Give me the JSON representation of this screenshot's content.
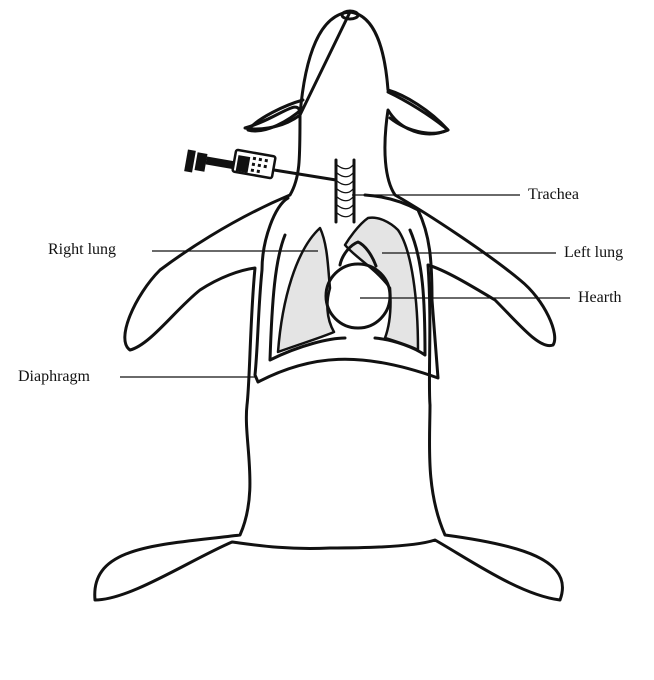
{
  "labels": {
    "trachea": "Trachea",
    "right_lung": "Right lung",
    "left_lung": "Left lung",
    "hearth": "Hearth",
    "diaphragm": "Diaphragm"
  },
  "colors": {
    "ink": "#111111",
    "lung_fill": "#e4e4e4",
    "background": "#ffffff"
  }
}
